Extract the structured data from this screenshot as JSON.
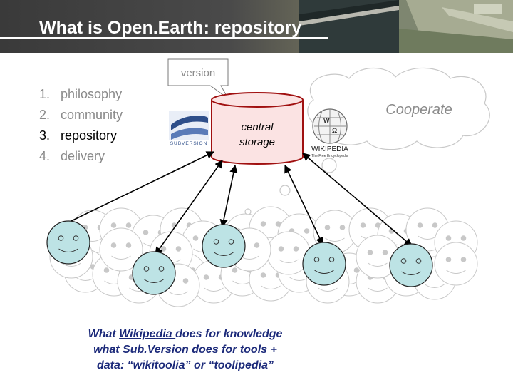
{
  "slide": {
    "title": "What is Open.Earth: repository",
    "agenda": [
      {
        "number": "1.",
        "label": "philosophy",
        "active": false
      },
      {
        "number": "2.",
        "label": "community",
        "active": false
      },
      {
        "number": "3.",
        "label": "repository",
        "active": true
      },
      {
        "number": "4.",
        "label": "delivery",
        "active": false
      }
    ],
    "version_callout": "version",
    "storage_label_line1": "central",
    "storage_label_line2": "storage",
    "cooperate_label": "Cooperate",
    "subversion_logo_text": "SUBVERSION",
    "wikipedia_logo_name": "WIKIPEDIA",
    "wikipedia_logo_tagline": "The Free Encyclopedia",
    "caption": {
      "line1_pre": "What ",
      "line1_link": "Wikipedia ",
      "line1_post": "does for knowledge",
      "line2": "what Sub.Version does for tools +",
      "line3": "data: “wikitoolia” or “toolipedia”"
    }
  },
  "colors": {
    "face_active": "#bde3e5",
    "face_inactive": "#ffffff",
    "face_inactive_stroke": "#c8c8c8",
    "storage_fill": "#fbe3e3",
    "storage_stroke": "#a01010",
    "caption": "#1c2a7a",
    "cloud_text": "#8a8a8a"
  }
}
